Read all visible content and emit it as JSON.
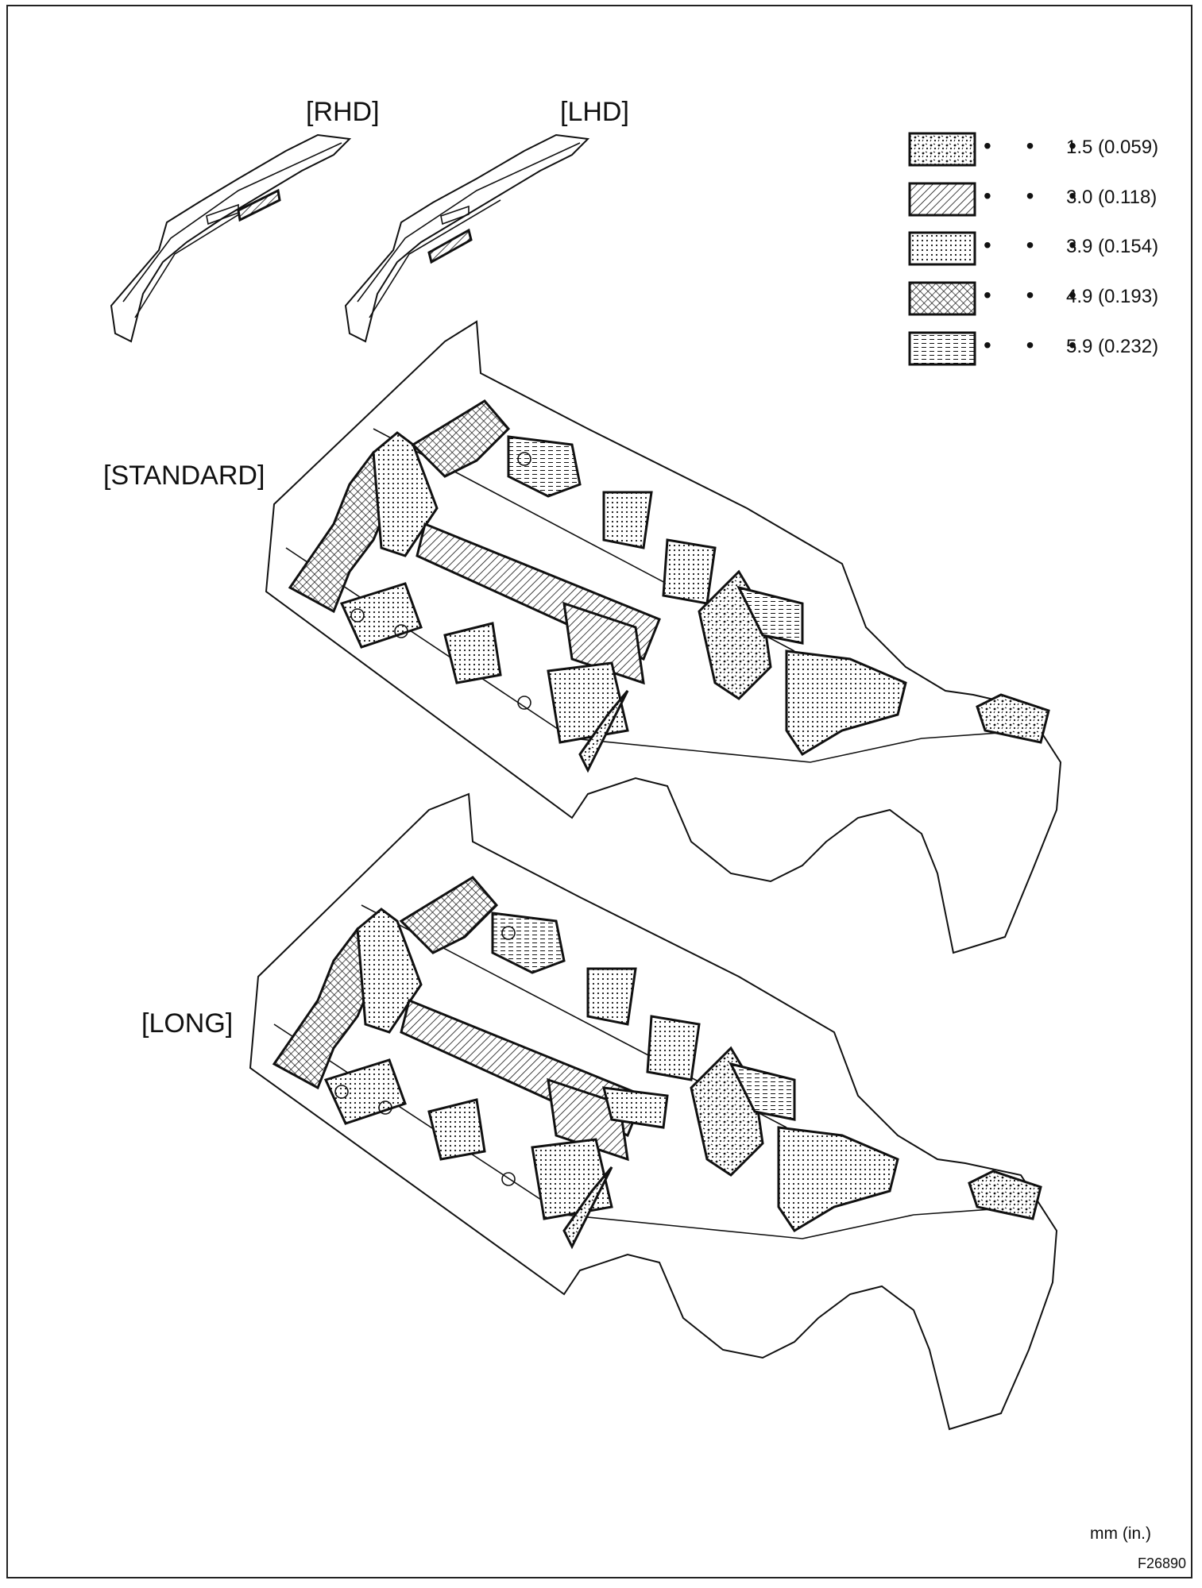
{
  "labels": {
    "rhd": "[RHD]",
    "lhd": "[LHD]",
    "standard": "[STANDARD]",
    "long": "[LONG]",
    "unit": "mm (in.)",
    "figure_id": "F26890"
  },
  "legend": {
    "dots": "• • •",
    "items": [
      {
        "pattern": "speckle",
        "text": "1.5 (0.059)"
      },
      {
        "pattern": "hatch",
        "text": "3.0 (0.118)"
      },
      {
        "pattern": "dots",
        "text": "3.9 (0.154)"
      },
      {
        "pattern": "crosshatch",
        "text": "4.9 (0.193)"
      },
      {
        "pattern": "dash",
        "text": "5.9 (0.232)"
      }
    ]
  }
}
